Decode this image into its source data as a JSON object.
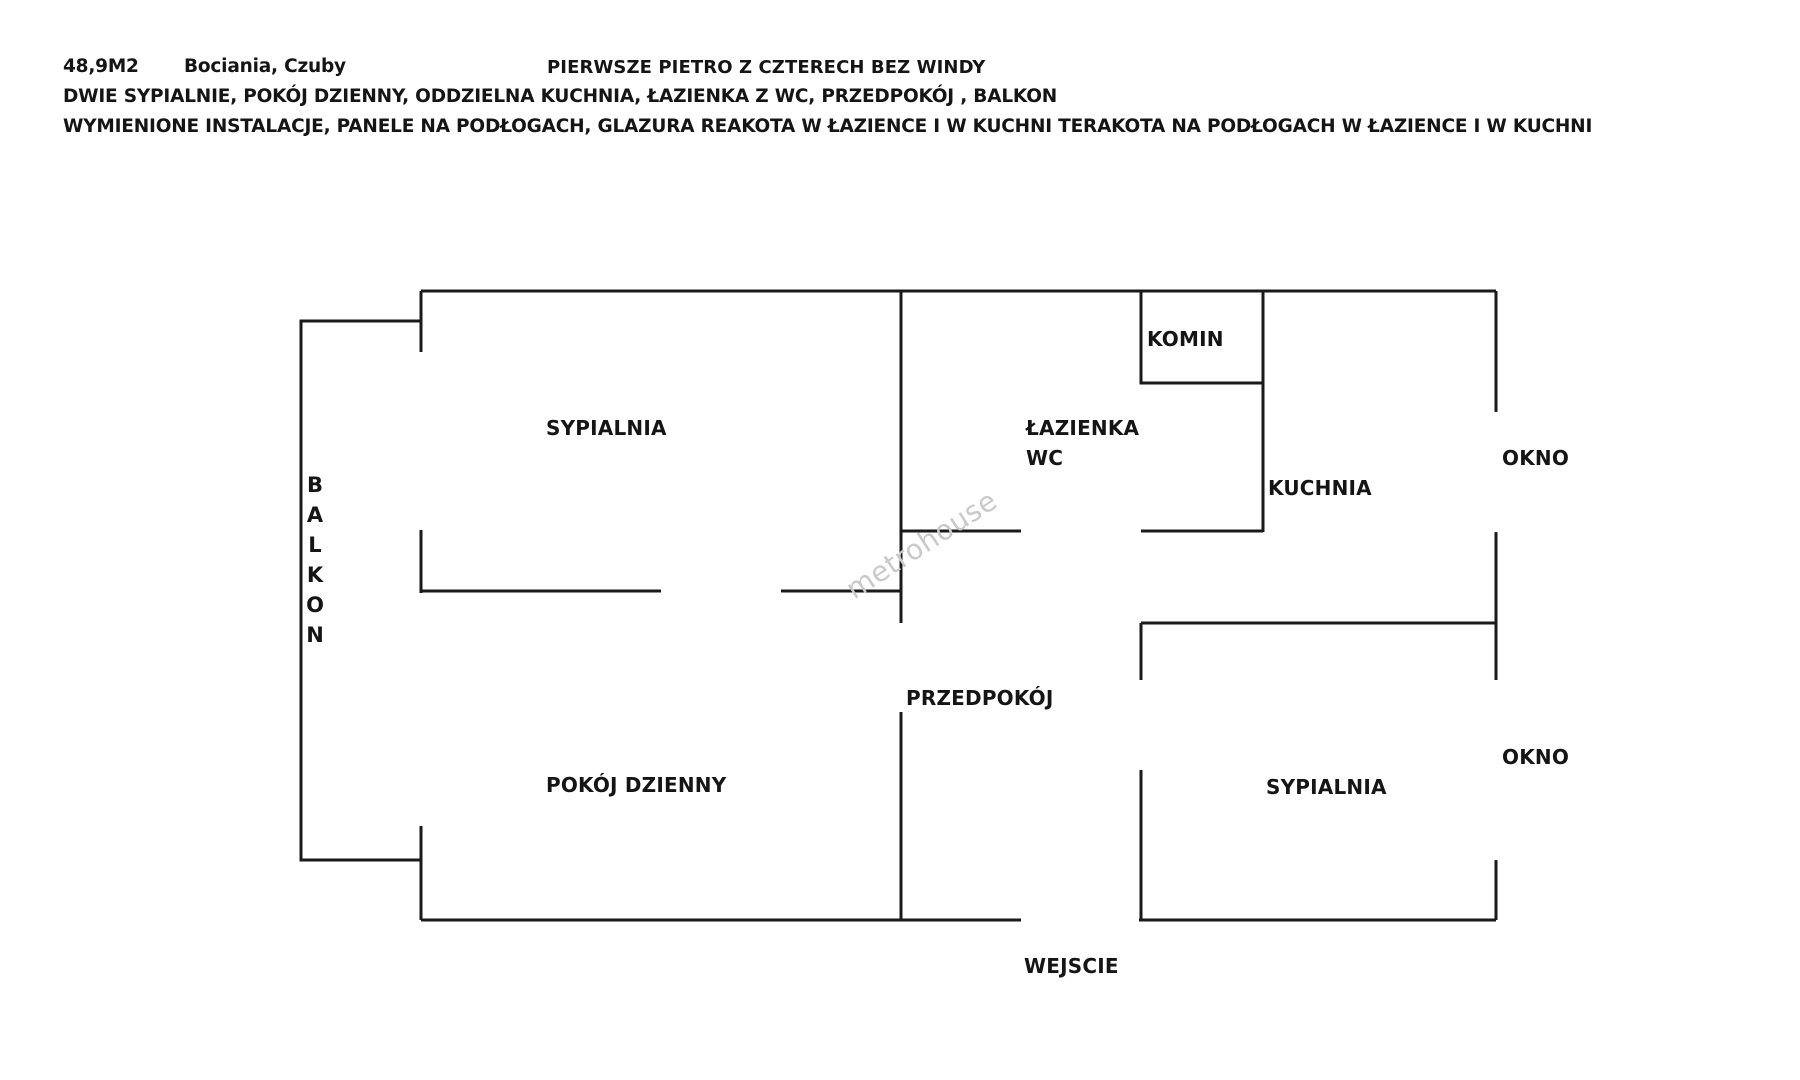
{
  "header": {
    "area": "48,9M2",
    "location": "Bociania, Czuby",
    "floor_info": "PIERWSZE PIETRO Z CZTERECH BEZ WINDY",
    "rooms_line": "DWIE SYPIALNIE, POKÓJ DZIENNY, ODDZIELNA KUCHNIA, ŁAZIENKA Z WC, PRZEDPOKÓJ , BALKON",
    "finish_line": "WYMIENIONE INSTALACJE, PANELE NA PODŁOGACH, GLAZURA REAKOTA W ŁAZIENCE I W KUCHNI TERAKOTA NA PODŁOGACH W ŁAZIENCE I W  KUCHNI"
  },
  "rooms": {
    "bedroom_top": "SYPIALNIA",
    "living_room": "POKÓJ DZIENNY",
    "bathroom_line1": "ŁAZIENKA",
    "bathroom_line2": "WC",
    "chimney": "KOMIN",
    "kitchen": "KUCHNIA",
    "hallway": "PRZEDPOKÓJ",
    "bedroom_bottom": "SYPIALNIA",
    "balcony": "BALKON"
  },
  "openings": {
    "window_top": "OKNO",
    "window_bottom": "OKNO",
    "entrance": "WEJSCIE"
  },
  "watermark": "metrohouse"
}
